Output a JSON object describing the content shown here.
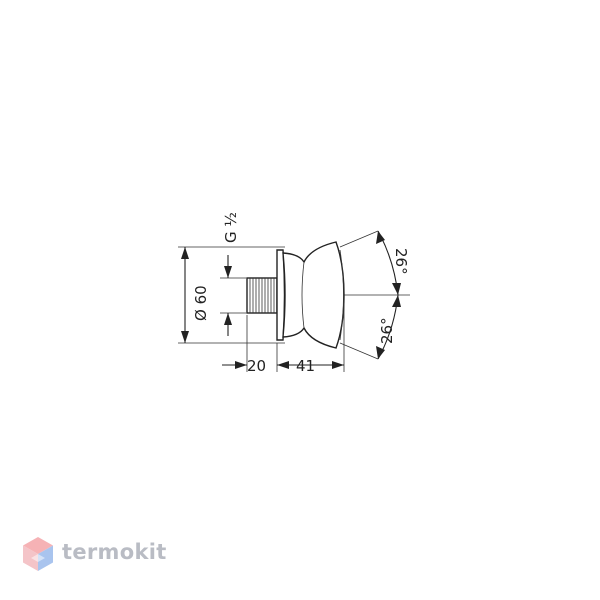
{
  "drawing": {
    "thread_label": "G ½",
    "diameter_label": "Ø 60",
    "thread_length_label": "20",
    "body_depth_label": "41",
    "angle_upper_label": "26°",
    "angle_lower_label": "26°"
  },
  "watermark": {
    "brand": "termokit",
    "colors": {
      "mark_top": "#f6b2b5",
      "mark_bottom": "#a9c4ee",
      "text": "#b9bcc4"
    }
  }
}
